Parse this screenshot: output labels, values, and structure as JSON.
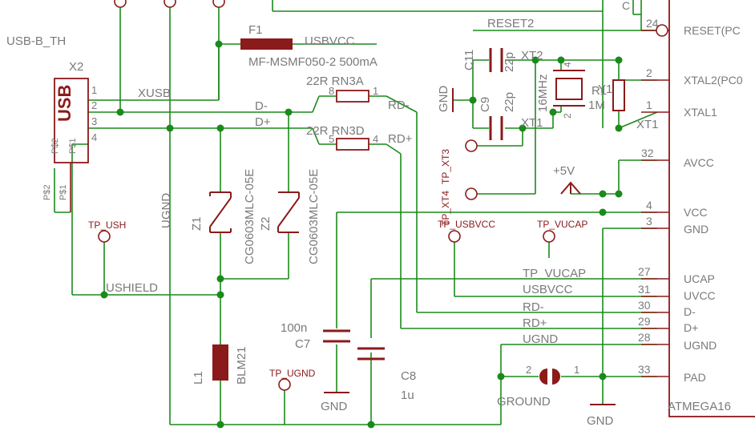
{
  "colors": {
    "net": "#1a8a1a",
    "part": "#8b1a1a",
    "outline": "#8b1a1a",
    "label": "#7a7a7a",
    "junction": "#1a8a1a"
  },
  "labels": {
    "usb_b_th": "USB-B_TH",
    "x2": "X2",
    "usb": "USB",
    "ps2": "P$2",
    "ps1": "P$1",
    "ps2b": "P$2",
    "ps1b": "P$1",
    "xusb": "XUSB",
    "dminus": "D-",
    "dplus": "D+",
    "ugnd_v": "UGND",
    "f1": "F1",
    "usbvcc_top": "USBVCC",
    "fuse_part": "MF-MSMF050-2 500mA",
    "rn3a": "22R RN3A",
    "rn3d": "22R RN3D",
    "rd_minus": "RD-",
    "rd_plus": "RD+",
    "z1": "Z1",
    "z2": "Z2",
    "cg_a": "CG0603MLC-05E",
    "cg_b": "CG0603MLC-05E",
    "tp_ush": "TP_USH",
    "ushield": "USHIELD",
    "l1": "L1",
    "blm21": "BLM21",
    "tp_ugnd": "TP_UGND",
    "c7_val": "100n",
    "c7": "C7",
    "c8": "C8",
    "c8_val": "1u",
    "gnd_c7": "GND",
    "c11": "C11",
    "c11_val": "22p",
    "c9": "C9",
    "c9_val": "22p",
    "gnd_left": "GND",
    "tp_xt3": "TP_XT3",
    "tp_xt4": "TP_XT4",
    "xt2": "XT2",
    "xt1_a": "XT1",
    "xt1_b": "XT1",
    "crystal": "16MHz",
    "y1": "Y1",
    "r1": "R1",
    "r1_val": "1M",
    "plus5v": "+5V",
    "tp_usbvcc": "TP_USBVCC",
    "tp_vucap": "TP_VUCAP",
    "tp_vucap_net": "TP_VUCAP",
    "usbvcc_net": "USBVCC",
    "rdm_net": "RD-",
    "rdp_net": "RD+",
    "ugnd_net": "UGND",
    "ground": "GROUND",
    "gnd_bottom": "GND",
    "reset2": "RESET2",
    "c_frag": "C",
    "ic_name": "ATMEGA16",
    "jp_pin2": "2",
    "jp_pin1": "1",
    "usb_pins": [
      "1",
      "2",
      "3",
      "4"
    ],
    "rn_pins": [
      "8",
      "1",
      "5",
      "4"
    ],
    "y1_pins": [
      "4",
      "2"
    ],
    "ic_pins": [
      {
        "num": "24",
        "name": "RESET(PC"
      },
      {
        "num": "2",
        "name": "XTAL2(PC0"
      },
      {
        "num": "1",
        "name": "XTAL1"
      },
      {
        "num": "32",
        "name": "AVCC"
      },
      {
        "num": "4",
        "name": "VCC"
      },
      {
        "num": "3",
        "name": "GND"
      },
      {
        "num": "27",
        "name": "UCAP"
      },
      {
        "num": "31",
        "name": "UVCC"
      },
      {
        "num": "30",
        "name": "D-"
      },
      {
        "num": "29",
        "name": "D+"
      },
      {
        "num": "28",
        "name": "UGND"
      },
      {
        "num": "33",
        "name": "PAD"
      }
    ]
  }
}
